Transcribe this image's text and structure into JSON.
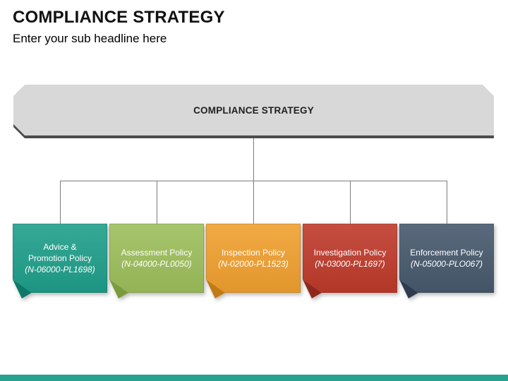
{
  "header": {
    "title": "COMPLIANCE STRATEGY",
    "subtitle": "Enter your sub headline here"
  },
  "banner": {
    "label": "COMPLIANCE STRATEGY",
    "fill": "#D8D8D8",
    "shadow_color": "#4C4C4C",
    "text_color": "#1F1F1F"
  },
  "connectors": {
    "color": "#7C7C7C"
  },
  "policies": [
    {
      "name": "Advice &\nPromotion Policy",
      "code": "(N-06000-PL1698)",
      "fill": "#1F9E8A",
      "flap_fill": "#0E7867",
      "text_color": "#FFFFFF"
    },
    {
      "name": "Assessment Policy",
      "code": "(N-04000-PL0050)",
      "fill": "#9DBE5B",
      "flap_fill": "#7A9C3C",
      "text_color": "#FFFFFF"
    },
    {
      "name": "Inspection Policy",
      "code": "(N-02000-PL1523)",
      "fill": "#F0A02F",
      "flap_fill": "#C27A12",
      "text_color": "#FFFFFF"
    },
    {
      "name": "Investigation Policy",
      "code": "(N-03000-PL1697)",
      "fill": "#BE3A2B",
      "flap_fill": "#8F281C",
      "text_color": "#FFFFFF"
    },
    {
      "name": "Enforcement Policy",
      "code": "(N-05000-PLO067)",
      "fill": "#47596D",
      "flap_fill": "#2D3C4E",
      "text_color": "#FFFFFF"
    }
  ],
  "footer": {
    "bar_color": "#28A18E"
  }
}
